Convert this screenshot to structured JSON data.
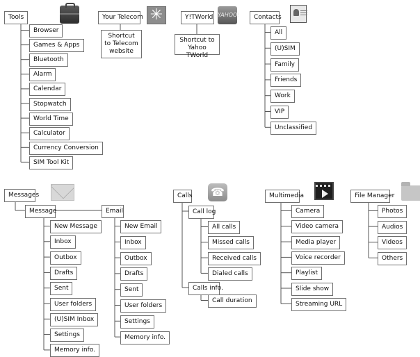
{
  "diagram": {
    "tools": {
      "title": "Tools",
      "items": [
        "Browser",
        "Games & Apps",
        "Bluetooth",
        "Alarm",
        "Calendar",
        "Stopwatch",
        "World Time",
        "Calculator",
        "Currency Conversion",
        "SIM Tool Kit"
      ]
    },
    "your_telecom": {
      "title": "Your Telecom",
      "shortcut": "Shortcut to Telecom website"
    },
    "ytworld": {
      "title": "Y!TWorld",
      "icon_text": "YAHOO!",
      "shortcut": "Shortcut to Yahoo TWorld"
    },
    "contacts": {
      "title": "Contacts",
      "items": [
        "All",
        "(U)SIM",
        "Family",
        "Friends",
        "Work",
        "VIP",
        "Unclassified"
      ]
    },
    "messages": {
      "title": "Messages",
      "message": {
        "title": "Message",
        "items": [
          "New Message",
          "Inbox",
          "Outbox",
          "Drafts",
          "Sent",
          "User folders",
          "(U)SIM Inbox",
          "Settings",
          "Memory info."
        ]
      },
      "email": {
        "title": "Email",
        "items": [
          "New Email",
          "Inbox",
          "Outbox",
          "Drafts",
          "Sent",
          "User folders",
          "Settings",
          "Memory info."
        ]
      }
    },
    "calls": {
      "title": "Calls",
      "call_log": {
        "title": "Call log",
        "items": [
          "All calls",
          "Missed calls",
          "Received calls",
          "Dialed calls"
        ]
      },
      "calls_info": {
        "title": "Calls info.",
        "items": [
          "Call duration"
        ]
      }
    },
    "multimedia": {
      "title": "Multimedia",
      "items": [
        "Camera",
        "Video camera",
        "Media player",
        "Voice recorder",
        "Playlist",
        "Slide show",
        "Streaming URL"
      ]
    },
    "file_manager": {
      "title": "File Manager",
      "items": [
        "Photos",
        "Audios",
        "Videos",
        "Others"
      ]
    }
  }
}
